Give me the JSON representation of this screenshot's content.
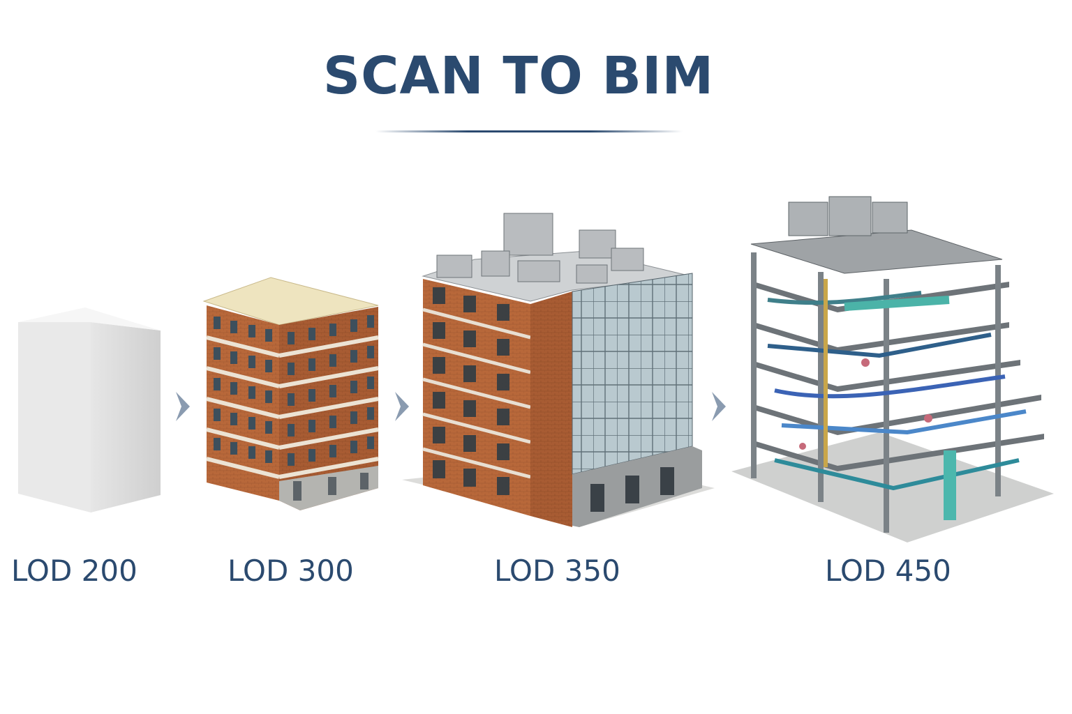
{
  "title": "SCAN TO BIM",
  "stages": [
    {
      "label": "LOD 200"
    },
    {
      "label": "LOD 300"
    },
    {
      "label": "LOD 350"
    },
    {
      "label": "LOD 450"
    }
  ],
  "colors": {
    "title": "#2b4a6f",
    "label": "#2b4a6f",
    "arrow": "#8a9bb0",
    "brick": "#b86a3c",
    "glass": "#a9bcc4",
    "steel": "#7f868c"
  },
  "icons": [
    "chevron-right-icon"
  ]
}
